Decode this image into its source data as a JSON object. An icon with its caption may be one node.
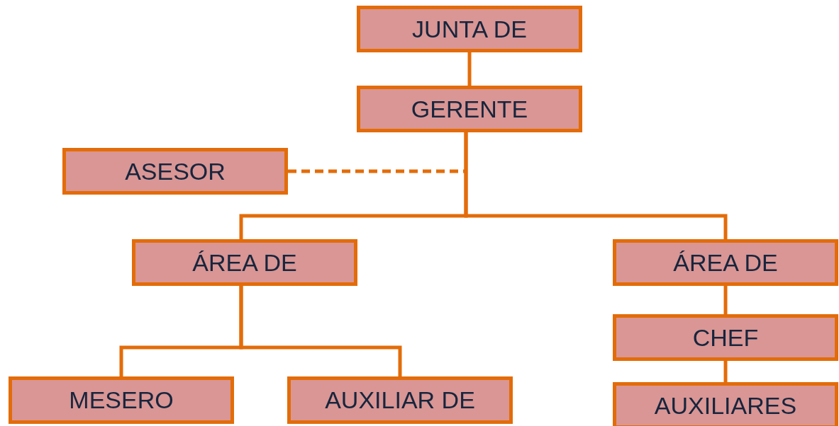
{
  "diagram": {
    "nodes": [
      {
        "text": [
          "JUNTA DE"
        ]
      },
      {
        "text": [
          "GERENTE"
        ]
      },
      {
        "text": [
          "ASESOR"
        ]
      },
      {
        "text": [
          "ÁREA DE"
        ]
      },
      {
        "text": [
          "ÁREA DE"
        ]
      },
      {
        "text": [
          "CHEF"
        ]
      },
      {
        "text": [
          "MESERO"
        ]
      },
      {
        "text": [
          "AUXILIAR DE"
        ]
      },
      {
        "text": [
          "AUXILIARES"
        ]
      }
    ],
    "edges": [
      {
        "from": 0,
        "to": 1,
        "arrow": "none"
      },
      {
        "from": 2,
        "to": 1,
        "arrow": "none",
        "style": "dashed"
      },
      {
        "from": 1,
        "to": 3,
        "arrow": "none"
      },
      {
        "from": 1,
        "to": 4,
        "arrow": "none"
      },
      {
        "from": 3,
        "to": 6,
        "arrow": "none"
      },
      {
        "from": 3,
        "to": 7,
        "arrow": "none"
      },
      {
        "from": 4,
        "to": 5,
        "arrow": "none"
      },
      {
        "from": 5,
        "to": 8,
        "arrow": "none"
      }
    ]
  }
}
